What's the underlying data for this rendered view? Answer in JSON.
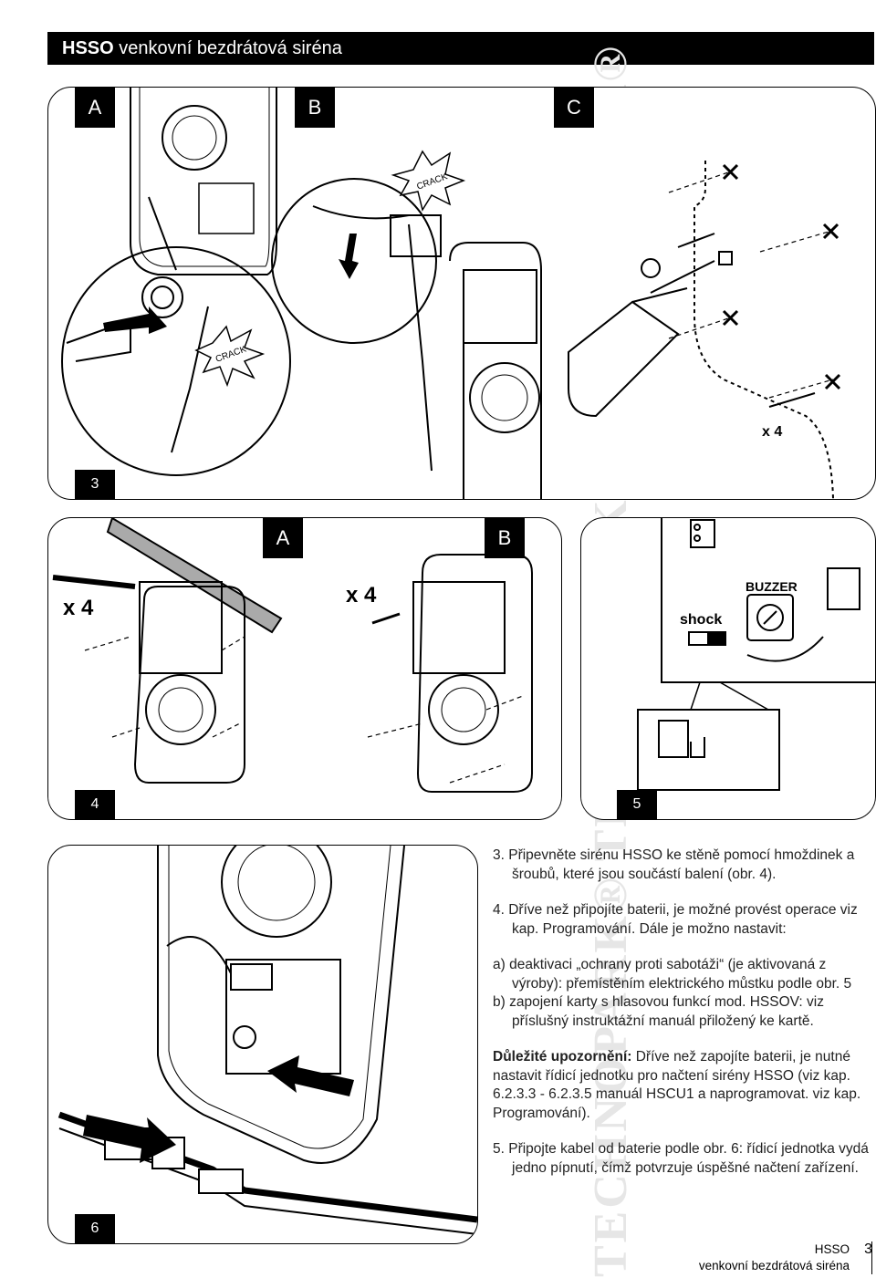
{
  "header": {
    "title_bold": "HSSO",
    "title_rest": " venkovní bezdrátová siréna"
  },
  "watermark": "TECHNOPARK® TECHNOPARK® TECHNOPARK®",
  "figures": {
    "fig3": {
      "number": "3",
      "subs": [
        "A",
        "B",
        "C"
      ],
      "crack_label": "CRACK",
      "count_label": "x 4"
    },
    "fig4": {
      "number": "4",
      "subs": [
        "A",
        "B"
      ],
      "count_label_a": "x 4",
      "count_label_b": "x 4"
    },
    "fig5": {
      "number": "5",
      "shock_label": "shock",
      "buzzer_label": "BUZZER"
    },
    "fig6": {
      "number": "6"
    }
  },
  "text": {
    "p3": "3. Připevněte sirénu HSSO ke stěně pomocí hmoždinek a šroubů, které jsou součástí balení (obr. 4).",
    "p4": "4. Dříve než připojíte baterii, je možné provést operace viz kap. Programování. Dále je možno nastavit:",
    "pa": "a) deaktivaci „ochrany proti sabotáži“ (je aktivovaná z výroby): přemístěním elektrického můstku podle obr. 5",
    "pb": "b) zapojení karty s hlasovou funkcí mod. HSSOV: viz příslušný instruktážní manuál přiložený ke kartě.",
    "warn_title": "Důležité upozornění:",
    "warn_body": " Dříve než zapojíte baterii, je nutné nastavit řídicí jednotku pro načtení sirény HSSO (viz kap. 6.2.3.3 - 6.2.3.5 manuál HSCU1 a naprogramovat. viz kap. Programování).",
    "p5": "5. Připojte kabel od baterie podle obr. 6: řídicí jednotka vydá jedno pípnutí, čímž potvrzuje úspěšné načtení zařízení."
  },
  "footer": {
    "product": "HSSO",
    "subtitle": "venkovní bezdrátová siréna",
    "page": "3"
  }
}
